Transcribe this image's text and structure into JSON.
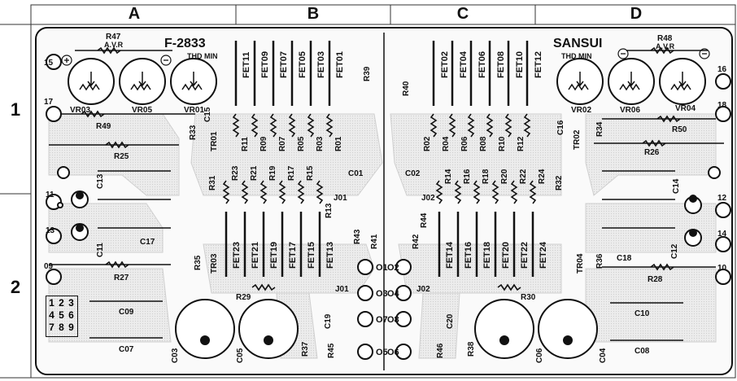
{
  "columns": [
    "A",
    "B",
    "C",
    "D"
  ],
  "rows": [
    "1",
    "2"
  ],
  "board_left": {
    "model": "F-2833",
    "thd_label": "THD MIN"
  },
  "board_right": {
    "brand": "SANSUI",
    "thd_label": "THD MIN"
  },
  "avr_label": "A.V.R",
  "pot_labels": [
    "VR03",
    "VR05",
    "VR01",
    "VR02",
    "VR06",
    "VR04"
  ],
  "pads_left": [
    "15",
    "17",
    "11",
    "13",
    "09"
  ],
  "pads_right": [
    "16",
    "18",
    "12",
    "14",
    "10"
  ],
  "pads_center_left": [
    "O1",
    "O3",
    "O7",
    "O5"
  ],
  "pads_center_right": [
    "O2",
    "O4",
    "O8",
    "O6"
  ],
  "fet_top_left": [
    "FET11",
    "FET09",
    "FET07",
    "FET05",
    "FET03",
    "FET01"
  ],
  "fet_top_right": [
    "FET02",
    "FET04",
    "FET06",
    "FET08",
    "FET10",
    "FET12"
  ],
  "fet_bot_left": [
    "FET23",
    "FET21",
    "FET19",
    "FET17",
    "FET15",
    "FET13"
  ],
  "fet_bot_right": [
    "FET14",
    "FET16",
    "FET18",
    "FET20",
    "FET22",
    "FET24"
  ],
  "res_top_left": [
    "R11",
    "R09",
    "R07",
    "R05",
    "R03",
    "R01"
  ],
  "res_top_right": [
    "R02",
    "R04",
    "R06",
    "R08",
    "R10",
    "R12"
  ],
  "res_mid_left": [
    "R23",
    "R21",
    "R19",
    "R17",
    "R15",
    "R13"
  ],
  "res_mid_right": [
    "R14",
    "R16",
    "R18",
    "R20",
    "R22",
    "R24"
  ],
  "grid_numbers": [
    "1 2 3",
    "4 5 6",
    "7 8 9"
  ],
  "component_labels": {
    "r47": "R47",
    "r48": "R48",
    "r49": "R49",
    "r50": "R50",
    "r25": "R25",
    "r26": "R26",
    "r27": "R27",
    "r28": "R28",
    "r29": "R29",
    "r30": "R30",
    "r31": "R31",
    "r32": "R32",
    "r33": "R33",
    "r34": "R34",
    "r35": "R35",
    "r36": "R36",
    "r37": "R37",
    "r38": "R38",
    "r39": "R39",
    "r40": "R40",
    "r41": "R41",
    "r42": "R42",
    "r43": "R43",
    "r44": "R44",
    "r45": "R45",
    "r46": "R46",
    "c01": "C01",
    "c02": "C02",
    "c03": "C03",
    "c04": "C04",
    "c05": "C05",
    "c06": "C06",
    "c07": "C07",
    "c08": "C08",
    "c09": "C09",
    "c10": "C10",
    "c11": "C11",
    "c12": "C12",
    "c13": "C13",
    "c14": "C14",
    "c15": "C15",
    "c16": "C16",
    "c17": "C17",
    "c18": "C18",
    "c19": "C19",
    "c20": "C20",
    "tr01": "TR01",
    "tr02": "TR02",
    "tr03": "TR03",
    "tr04": "TR04",
    "j01a": "J01",
    "j01b": "J01",
    "j02a": "J02",
    "j02b": "J02"
  }
}
